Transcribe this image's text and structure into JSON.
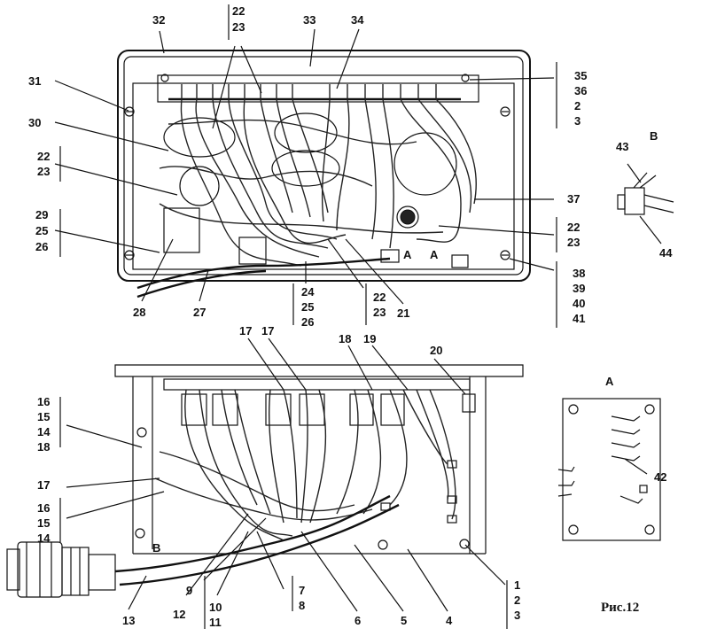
{
  "caption": "Рис.12",
  "views": {
    "a_title": "А",
    "b_title": "В",
    "a_marker": "A",
    "b_marker": "В"
  },
  "callouts": {
    "c32": "32",
    "c22a": "22",
    "c23a": "23",
    "c33": "33",
    "c34": "34",
    "c35": "35",
    "c36": "36",
    "c2a": "2",
    "c3a": "3",
    "c31": "31",
    "c30": "30",
    "c22b": "22",
    "c23b": "23",
    "c37": "37",
    "c22c": "22",
    "c23c": "23",
    "c29": "29",
    "c25a": "25",
    "c26a": "26",
    "c38": "38",
    "c39": "39",
    "c40": "40",
    "c41": "41",
    "c28": "28",
    "c27": "27",
    "c24": "24",
    "c25b": "25",
    "c26b": "26",
    "c22d": "22",
    "c23d": "23",
    "c21": "21",
    "c43": "43",
    "c44": "44",
    "c17a": "17",
    "c17b": "17",
    "c18a": "18",
    "c19": "19",
    "c20": "20",
    "c16a": "16",
    "c15a": "15",
    "c14a": "14",
    "c18b": "18",
    "c17c": "17",
    "c16b": "16",
    "c15b": "15",
    "c14b": "14",
    "c42": "42",
    "c13": "13",
    "c12": "12",
    "c9": "9",
    "c10": "10",
    "c11": "11",
    "c7": "7",
    "c8": "8",
    "c6": "6",
    "c5": "5",
    "c4": "4",
    "c1": "1",
    "c2b": "2",
    "c3b": "3"
  },
  "icons": {
    "screw": "screw-icon",
    "connector": "plug-connector-icon",
    "terminal": "terminal-lug-icon"
  }
}
